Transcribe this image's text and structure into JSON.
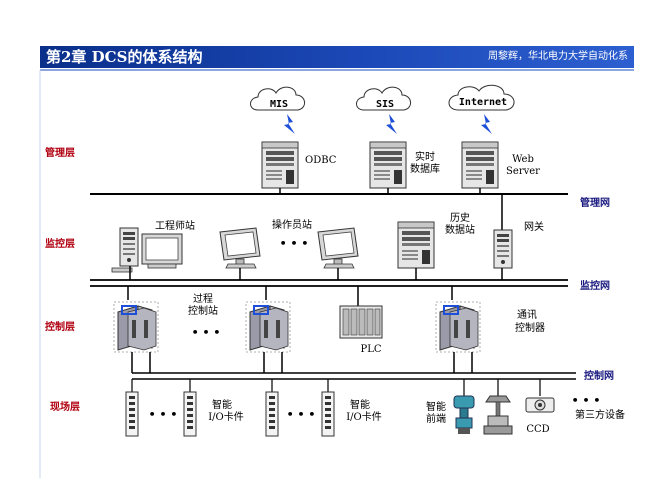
{
  "slide": {
    "title": "第2章 DCS的体系结构",
    "author": "周黎辉，华北电力大学自动化系"
  },
  "levels": {
    "management": "管理层",
    "monitoring": "监控层",
    "control": "控制层",
    "field": "现场层"
  },
  "networks": {
    "management": "管理网",
    "monitoring": "监控网",
    "control": "控制网"
  },
  "clouds": [
    "MIS",
    "SIS",
    "Internet"
  ],
  "servers": {
    "odbc": "ODBC",
    "realtime_line1": "实时",
    "realtime_line2": "数据库",
    "web_line1": "Web",
    "web_line2": "Server"
  },
  "monitoring_nodes": {
    "engineer": "工程师站",
    "operator": "操作员站",
    "history_line1": "历史",
    "history_line2": "数据站",
    "gateway": "网关",
    "dots": "• • •"
  },
  "control_nodes": {
    "process_line1": "过程",
    "process_line2": "控制站",
    "plc": "PLC",
    "comm_line1": "通讯",
    "comm_line2": "控制器",
    "dots": "• • •"
  },
  "field_nodes": {
    "io_line1": "智能",
    "io_line2": "I/O卡件",
    "transmitter_line1": "智能",
    "transmitter_line2": "前端",
    "ccd": "CCD",
    "third_party": "第三方设备",
    "dots": "• • •"
  },
  "colors": {
    "title_bar": "#0a2f8a",
    "level_text": "#b00010",
    "network_text": "#1a1a80",
    "lightning": "#1e4fd8"
  }
}
